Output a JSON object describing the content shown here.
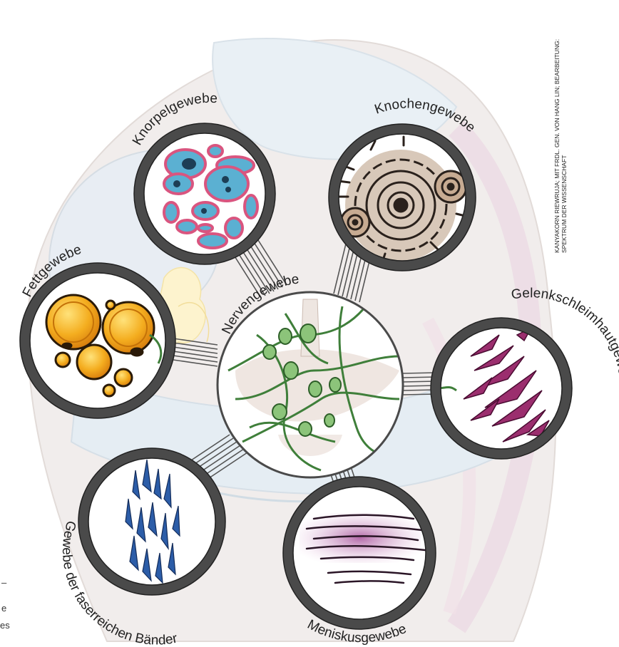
{
  "labels": {
    "center": "Nervengewebe",
    "cartilage": "Knorpelgewebe",
    "bone": "Knochengewebe",
    "fat": "Fettgewebe",
    "synovial": "Gelenkschleimhautgewebe",
    "ligament": "Gewebe der faserreichen Bänder",
    "meniscus": "Meniskusgewebe"
  },
  "credit": {
    "line1": "KANYAKORN RIEWRUJA; MIT FRDL. GEN. VON HANG LIN; BEARBEITUNG:",
    "line2": "SPEKTRUM DER WISSENSCHAFT"
  },
  "margin_fragments": [
    "–",
    "e",
    "es"
  ],
  "colors": {
    "ring": "#4a4a4a",
    "nerve": "#3f7f3a",
    "nerve_fill": "#8cc47a",
    "cartilage_cell": "#5bb0d2",
    "cartilage_rim": "#e0688e",
    "bone": "#8a6f5a",
    "fat": "#f0a81e",
    "synovial": "#9b2e6e",
    "ligament": "#2c5da8",
    "meniscus": "#9c4a8e",
    "knee_bg": "#eeeae8"
  }
}
